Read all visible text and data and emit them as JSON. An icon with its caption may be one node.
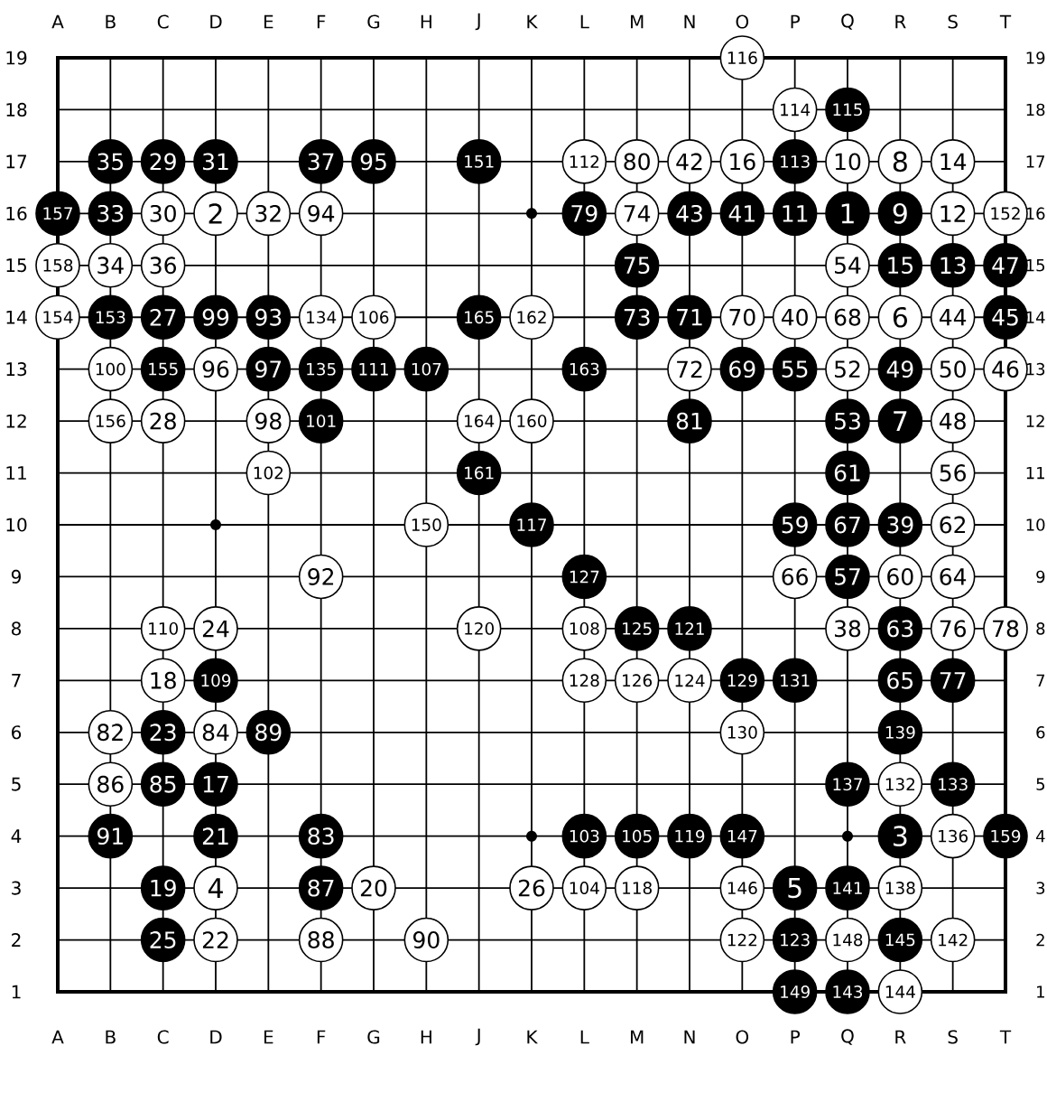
{
  "diagram": {
    "nodes": [
      {
        "text": [
          "116"
        ]
      },
      {
        "text": [
          "114"
        ]
      },
      {
        "text": [
          "115"
        ]
      },
      {
        "text": [
          "35"
        ]
      },
      {
        "text": [
          "29"
        ]
      },
      {
        "text": [
          "31"
        ]
      },
      {
        "text": [
          "37"
        ]
      },
      {
        "text": [
          "95"
        ]
      },
      {
        "text": [
          "151"
        ]
      },
      {
        "text": [
          "112"
        ]
      },
      {
        "text": [
          "80"
        ]
      },
      {
        "text": [
          "42"
        ]
      },
      {
        "text": [
          "16"
        ]
      },
      {
        "text": [
          "113"
        ]
      },
      {
        "text": [
          "10"
        ]
      },
      {
        "text": [
          "8"
        ]
      },
      {
        "text": [
          "14"
        ]
      },
      {
        "text": [
          "157"
        ]
      },
      {
        "text": [
          "33"
        ]
      },
      {
        "text": [
          "30"
        ]
      },
      {
        "text": [
          "2"
        ]
      },
      {
        "text": [
          "32"
        ]
      },
      {
        "text": [
          "94"
        ]
      },
      {
        "text": [
          "79"
        ]
      },
      {
        "text": [
          "74"
        ]
      },
      {
        "text": [
          "43"
        ]
      },
      {
        "text": [
          "41"
        ]
      },
      {
        "text": [
          "11"
        ]
      },
      {
        "text": [
          "1"
        ]
      },
      {
        "text": [
          "9"
        ]
      },
      {
        "text": [
          "12"
        ]
      },
      {
        "text": [
          "152"
        ]
      },
      {
        "text": [
          "158"
        ]
      },
      {
        "text": [
          "34"
        ]
      },
      {
        "text": [
          "36"
        ]
      },
      {
        "text": [
          "75"
        ]
      },
      {
        "text": [
          "54"
        ]
      },
      {
        "text": [
          "15"
        ]
      },
      {
        "text": [
          "13"
        ]
      },
      {
        "text": [
          "47"
        ]
      },
      {
        "text": [
          "154"
        ]
      },
      {
        "text": [
          "153"
        ]
      },
      {
        "text": [
          "27"
        ]
      },
      {
        "text": [
          "99"
        ]
      },
      {
        "text": [
          "93"
        ]
      },
      {
        "text": [
          "134"
        ]
      },
      {
        "text": [
          "106"
        ]
      },
      {
        "text": [
          "165"
        ]
      },
      {
        "text": [
          "162"
        ]
      },
      {
        "text": [
          "73"
        ]
      },
      {
        "text": [
          "71"
        ]
      },
      {
        "text": [
          "70"
        ]
      },
      {
        "text": [
          "40"
        ]
      },
      {
        "text": [
          "68"
        ]
      },
      {
        "text": [
          "6"
        ]
      },
      {
        "text": [
          "44"
        ]
      },
      {
        "text": [
          "45"
        ]
      },
      {
        "text": [
          "100"
        ]
      },
      {
        "text": [
          "155"
        ]
      },
      {
        "text": [
          "96"
        ]
      },
      {
        "text": [
          "97"
        ]
      },
      {
        "text": [
          "135"
        ]
      },
      {
        "text": [
          "111"
        ]
      },
      {
        "text": [
          "107"
        ]
      },
      {
        "text": [
          "163"
        ]
      },
      {
        "text": [
          "72"
        ]
      },
      {
        "text": [
          "69"
        ]
      },
      {
        "text": [
          "55"
        ]
      },
      {
        "text": [
          "52"
        ]
      },
      {
        "text": [
          "49"
        ]
      },
      {
        "text": [
          "50"
        ]
      },
      {
        "text": [
          "46"
        ]
      },
      {
        "text": [
          "156"
        ]
      },
      {
        "text": [
          "28"
        ]
      },
      {
        "text": [
          "98"
        ]
      },
      {
        "text": [
          "101"
        ]
      },
      {
        "text": [
          "164"
        ]
      },
      {
        "text": [
          "160"
        ]
      },
      {
        "text": [
          "81"
        ]
      },
      {
        "text": [
          "53"
        ]
      },
      {
        "text": [
          "7"
        ]
      },
      {
        "text": [
          "48"
        ]
      },
      {
        "text": [
          "102"
        ]
      },
      {
        "text": [
          "161"
        ]
      },
      {
        "text": [
          "61"
        ]
      },
      {
        "text": [
          "56"
        ]
      },
      {
        "text": [
          "150"
        ]
      },
      {
        "text": [
          "117"
        ]
      },
      {
        "text": [
          "59"
        ]
      },
      {
        "text": [
          "67"
        ]
      },
      {
        "text": [
          "39"
        ]
      },
      {
        "text": [
          "62"
        ]
      },
      {
        "text": [
          "92"
        ]
      },
      {
        "text": [
          "127"
        ]
      },
      {
        "text": [
          "66"
        ]
      },
      {
        "text": [
          "57"
        ]
      },
      {
        "text": [
          "60"
        ]
      },
      {
        "text": [
          "64"
        ]
      },
      {
        "text": [
          "110"
        ]
      },
      {
        "text": [
          "24"
        ]
      },
      {
        "text": [
          "120"
        ]
      },
      {
        "text": [
          "108"
        ]
      },
      {
        "text": [
          "125"
        ]
      },
      {
        "text": [
          "121"
        ]
      },
      {
        "text": [
          "38"
        ]
      },
      {
        "text": [
          "63"
        ]
      },
      {
        "text": [
          "76"
        ]
      },
      {
        "text": [
          "78"
        ]
      },
      {
        "text": [
          "18"
        ]
      },
      {
        "text": [
          "109"
        ]
      },
      {
        "text": [
          "128"
        ]
      },
      {
        "text": [
          "126"
        ]
      },
      {
        "text": [
          "124"
        ]
      },
      {
        "text": [
          "129"
        ]
      },
      {
        "text": [
          "131"
        ]
      },
      {
        "text": [
          "65"
        ]
      },
      {
        "text": [
          "77"
        ]
      },
      {
        "text": [
          "82"
        ]
      },
      {
        "text": [
          "23"
        ]
      },
      {
        "text": [
          "84"
        ]
      },
      {
        "text": [
          "89"
        ]
      },
      {
        "text": [
          "130"
        ]
      },
      {
        "text": [
          "139"
        ]
      },
      {
        "text": [
          "86"
        ]
      },
      {
        "text": [
          "85"
        ]
      },
      {
        "text": [
          "17"
        ]
      },
      {
        "text": [
          "137"
        ]
      },
      {
        "text": [
          "132"
        ]
      },
      {
        "text": [
          "133"
        ]
      },
      {
        "text": [
          "91"
        ]
      },
      {
        "text": [
          "21"
        ]
      },
      {
        "text": [
          "83"
        ]
      },
      {
        "text": [
          "103"
        ]
      },
      {
        "text": [
          "105"
        ]
      },
      {
        "text": [
          "119"
        ]
      },
      {
        "text": [
          "147"
        ]
      },
      {
        "text": [
          "3"
        ]
      },
      {
        "text": [
          "136"
        ]
      },
      {
        "text": [
          "159"
        ]
      },
      {
        "text": [
          "19"
        ]
      },
      {
        "text": [
          "4"
        ]
      },
      {
        "text": [
          "87"
        ]
      },
      {
        "text": [
          "20"
        ]
      },
      {
        "text": [
          "26"
        ]
      },
      {
        "text": [
          "104"
        ]
      },
      {
        "text": [
          "118"
        ]
      },
      {
        "text": [
          "146"
        ]
      },
      {
        "text": [
          "5"
        ]
      },
      {
        "text": [
          "141"
        ]
      },
      {
        "text": [
          "138"
        ]
      },
      {
        "text": [
          "25"
        ]
      },
      {
        "text": [
          "22"
        ]
      },
      {
        "text": [
          "88"
        ]
      },
      {
        "text": [
          "90"
        ]
      },
      {
        "text": [
          "122"
        ]
      },
      {
        "text": [
          "123"
        ]
      },
      {
        "text": [
          "148"
        ]
      },
      {
        "text": [
          "145"
        ]
      },
      {
        "text": [
          "142"
        ]
      },
      {
        "text": [
          "149"
        ]
      },
      {
        "text": [
          "143"
        ]
      },
      {
        "text": [
          "144"
        ]
      }
    ],
    "labels": [
      "A",
      "B",
      "C",
      "D",
      "E",
      "F",
      "G",
      "H",
      "J",
      "K",
      "L",
      "M",
      "N",
      "O",
      "P",
      "Q",
      "R",
      "S",
      "T",
      "19",
      "19",
      "18",
      "18",
      "17",
      "17",
      "16",
      "16",
      "15",
      "15",
      "14",
      "14",
      "13",
      "13",
      "12",
      "12",
      "11",
      "11",
      "10",
      "10",
      "9",
      "9",
      "8",
      "8",
      "7",
      "7",
      "6",
      "6",
      "5",
      "5",
      "4",
      "4",
      "3",
      "3",
      "2",
      "2",
      "1",
      "1",
      "A",
      "B",
      "C",
      "D",
      "E",
      "F",
      "G",
      "H",
      "J",
      "K",
      "L",
      "M",
      "N",
      "O",
      "P",
      "Q",
      "R",
      "S",
      "T"
    ]
  }
}
